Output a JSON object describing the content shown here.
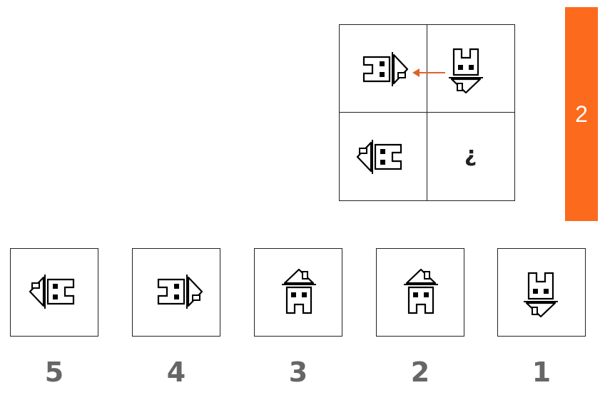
{
  "puzzle": {
    "grid": [
      {
        "row": 0,
        "col": 0,
        "content": "face-pointing-right-icon"
      },
      {
        "row": 0,
        "col": 1,
        "content": "face-pointing-down-icon"
      },
      {
        "row": 1,
        "col": 0,
        "content": "face-pointing-left-icon"
      },
      {
        "row": 1,
        "col": 1,
        "content": "question-mark",
        "text": "?"
      }
    ],
    "arrow_color": "#e0622a"
  },
  "sidebar": {
    "number": "2",
    "color": "#fc6a1e"
  },
  "options": [
    {
      "label": "5",
      "icon": "face-pointing-left-icon"
    },
    {
      "label": "4",
      "icon": "face-pointing-right-icon"
    },
    {
      "label": "3",
      "icon": "house-icon"
    },
    {
      "label": "2",
      "icon": "house-icon"
    },
    {
      "label": "1",
      "icon": "face-pointing-down-icon"
    }
  ]
}
